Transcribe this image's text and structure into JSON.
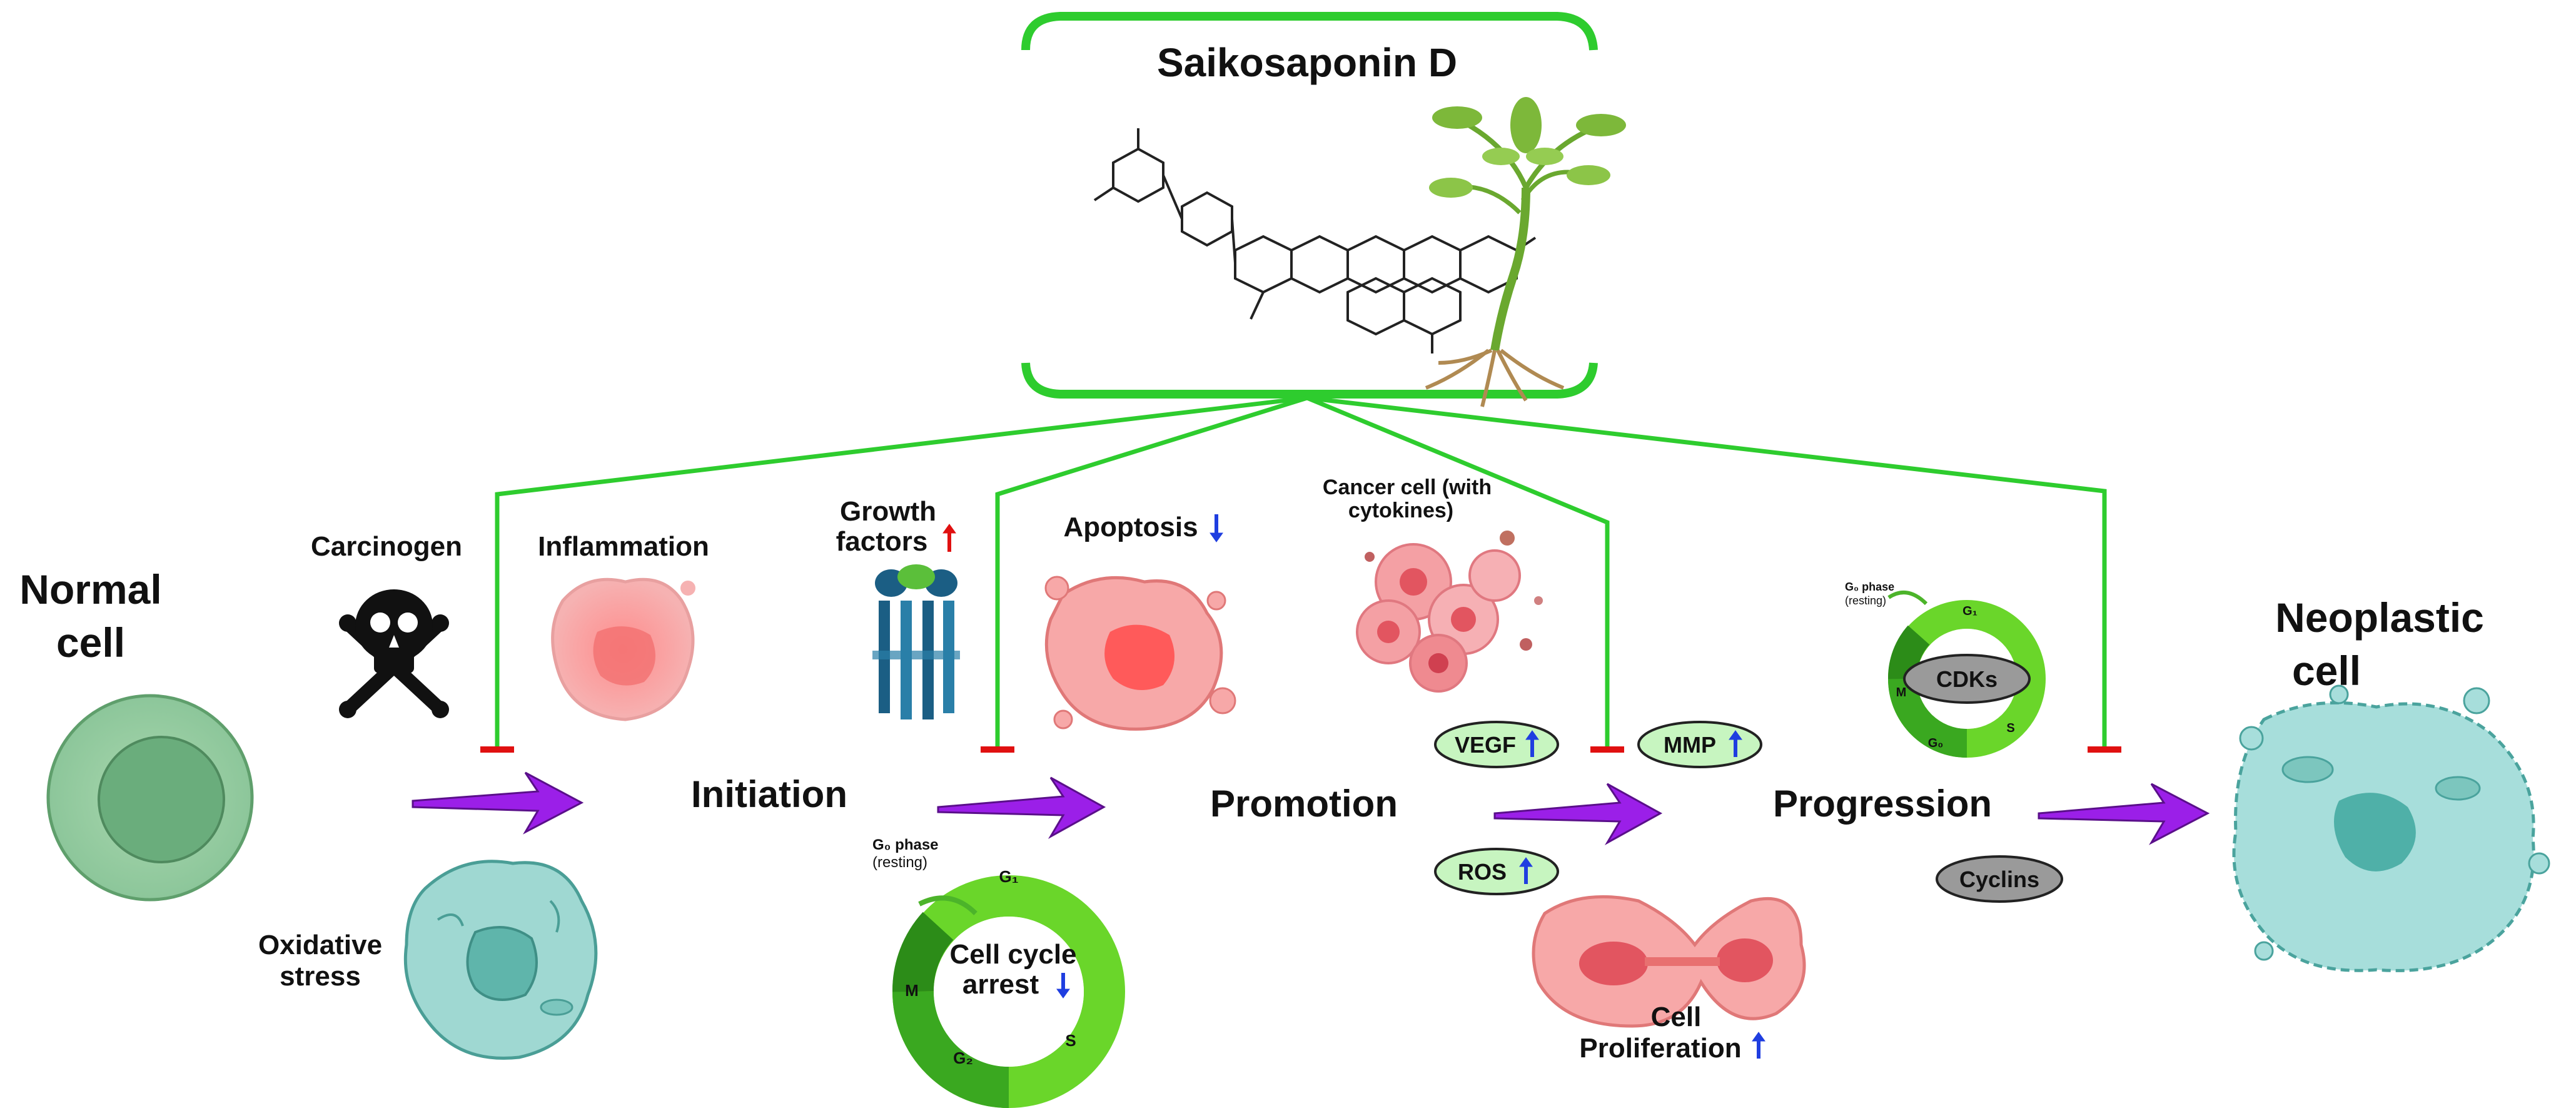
{
  "title": "Saikosaponin D",
  "labels": {
    "normal_cell": [
      "Normal",
      "cell"
    ],
    "carcinogen": "Carcinogen",
    "inflammation": "Inflammation",
    "oxidative_stress": [
      "Oxidative",
      "stress"
    ],
    "growth_factors": [
      "Growth",
      "factors"
    ],
    "apoptosis": "Apoptosis",
    "cancer_cell": [
      "Cancer cell (with",
      "cytokines)"
    ],
    "initiation": "Initiation",
    "promotion": "Promotion",
    "progression": "Progression",
    "neoplastic_cell": [
      "Neoplastic",
      "cell"
    ],
    "cell_cycle_arrest": [
      "Cell cycle",
      "arrest"
    ],
    "cell_proliferation": [
      "Cell",
      "Proliferation"
    ],
    "vegf": "VEGF",
    "mmp": "MMP",
    "ros": "ROS",
    "cdks": "CDKs",
    "cyclins": "Cyclins"
  },
  "cycle": {
    "g0_phase": "G₀ phase",
    "resting": "(resting)",
    "g1": "G₁",
    "s": "S",
    "g2": "G₂",
    "m": "M",
    "g0": "G₀"
  },
  "colors": {
    "inhibition_line": "#2ecc2e",
    "inhibition_bar": "#e01010",
    "arrow": "#9b1fe8",
    "up_red": "#e01010",
    "down_blue": "#1f3ee0",
    "up_blue": "#1f3ee0",
    "badge_green": "#c7f5c0",
    "badge_gray": "#9a9a9a"
  }
}
